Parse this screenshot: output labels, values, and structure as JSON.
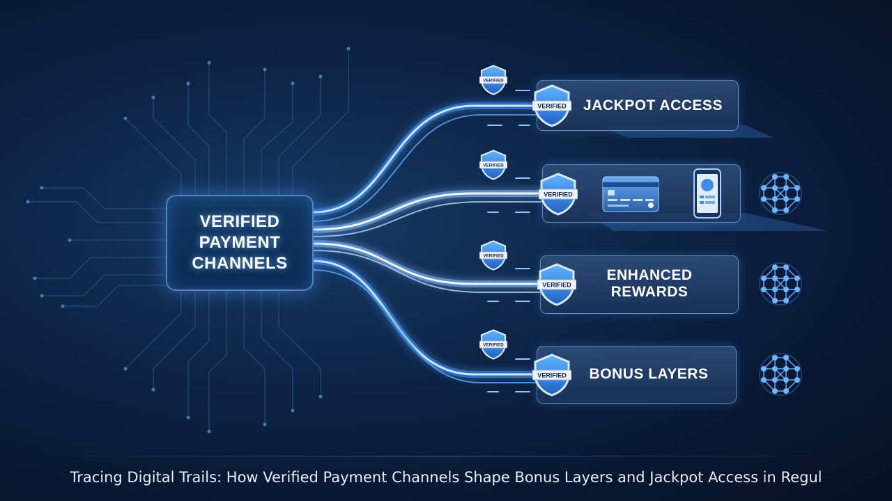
{
  "hub": {
    "title": "VERIFIED PAYMENT CHANNELS"
  },
  "badge_text": "VERIFIED",
  "cards": [
    {
      "label": "JACKPOT ACCESS",
      "icons": []
    },
    {
      "label": "",
      "icons": [
        "credit-card-icon",
        "smartphone-icon",
        "network-globe-icon"
      ]
    },
    {
      "label": "ENHANCED REWARDS",
      "icons": [
        "network-globe-icon"
      ]
    },
    {
      "label": "BONUS LAYERS",
      "icons": [
        "network-globe-icon"
      ]
    }
  ],
  "caption": "Tracing Digital Trails: How Verified Payment Channels Shape Bonus Layers and Jackpot Access in Regul",
  "colors": {
    "background": "#0a1d3a",
    "glow": "#5aa8ff",
    "card_border": "#96c3f0",
    "shield_blue": "#2f86e0",
    "text": "#ffffff"
  }
}
